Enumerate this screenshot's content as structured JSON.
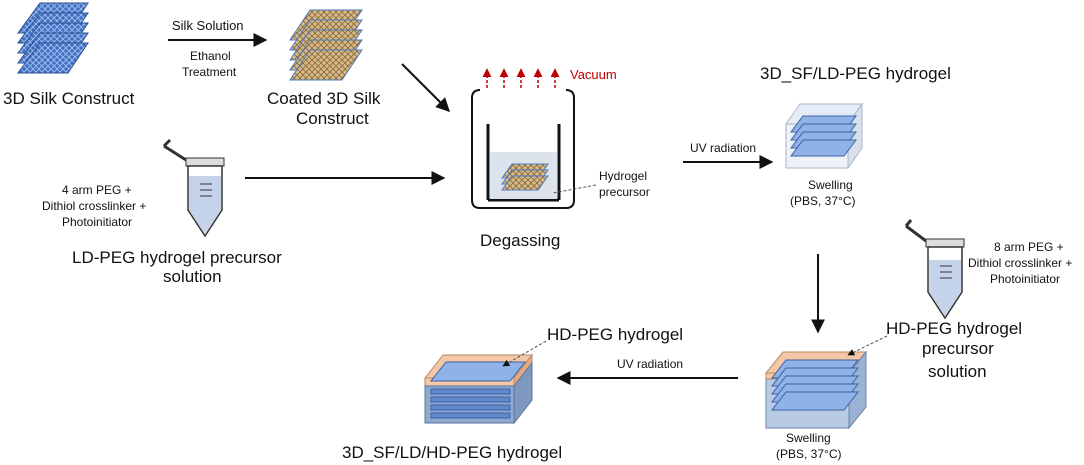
{
  "labels": {
    "silk_construct": "3D Silk Construct",
    "silk_solution": "Silk Solution",
    "ethanol_1": "Ethanol",
    "ethanol_2": "Treatment",
    "coated_1": "Coated 3D Silk",
    "coated_2": "Construct",
    "vacuum": "Vacuum",
    "sf_ld_peg": "3D_SF/LD-PEG hydrogel",
    "uv_radiation_1": "UV radiation",
    "hydrogel_precursor_1": "Hydrogel",
    "hydrogel_precursor_2": "precursor",
    "swelling_1": "Swelling",
    "pbs_1": "(PBS, 37°C)",
    "four_arm_1": "4 arm PEG +",
    "four_arm_2": "Dithiol crosslinker +",
    "four_arm_3": "Photoinitiator",
    "degassing": "Degassing",
    "ld_peg_1": "LD-PEG hydrogel precursor",
    "ld_peg_2": "solution",
    "eight_arm_1": "8 arm PEG +",
    "eight_arm_2": "Dithiol crosslinker +",
    "eight_arm_3": "Photoinitiator",
    "hd_peg_precursor_1": "HD-PEG hydrogel",
    "hd_peg_precursor_2": "precursor",
    "hd_peg_precursor_3": "solution",
    "hd_peg_hydrogel": "HD-PEG hydrogel",
    "uv_radiation_2": "UV radiation",
    "swelling_2": "Swelling",
    "pbs_2": "(PBS, 37°C)",
    "final_product": "3D_SF/LD/HD-PEG hydrogel"
  },
  "colors": {
    "silk_blue": "#3f6fc1",
    "coated_tan": "#d8b98a",
    "hydrogel_blue": "#8fb3e6",
    "hd_orange": "#f4c7a6",
    "vacuum_red": "#c00000"
  }
}
